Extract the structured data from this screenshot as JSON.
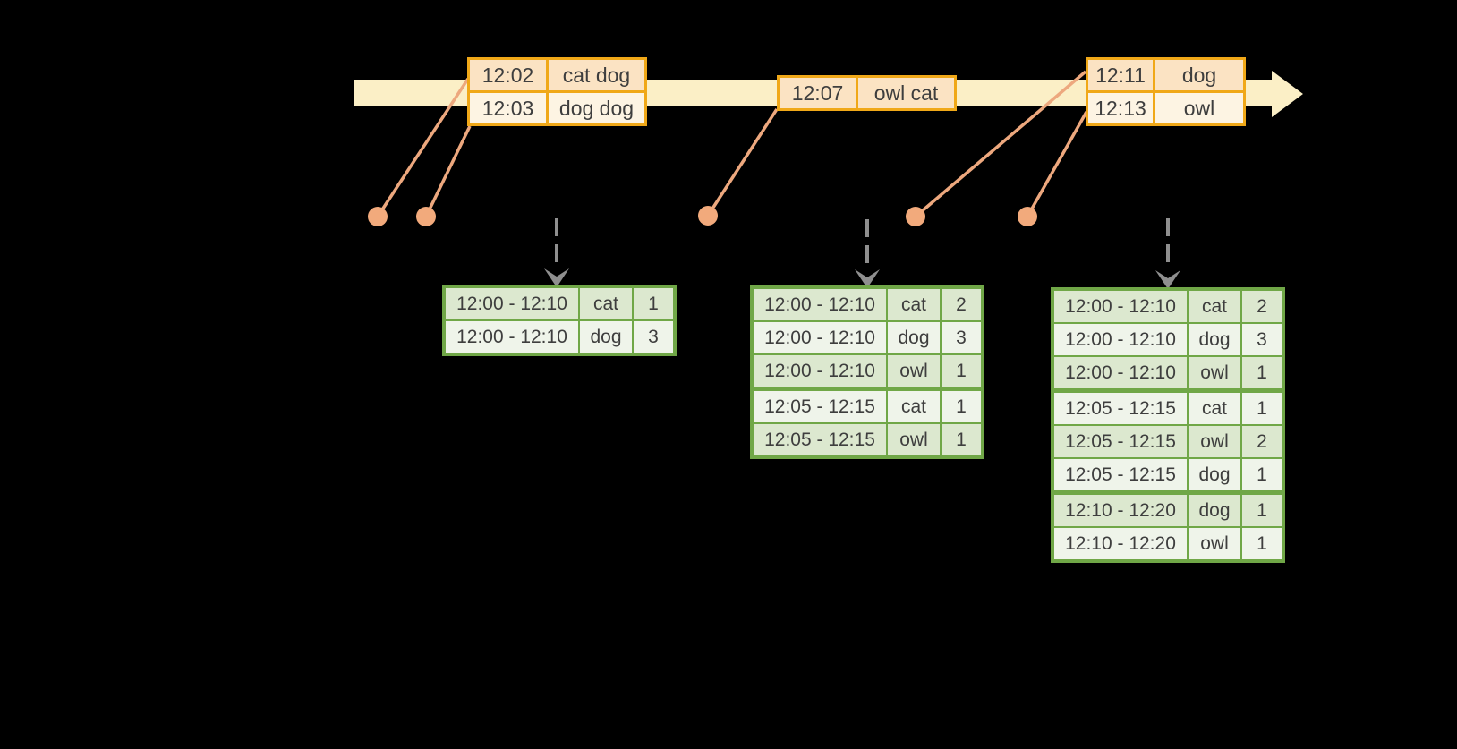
{
  "event_tables": [
    {
      "rows": [
        {
          "time": "12:02",
          "words": "cat dog"
        },
        {
          "time": "12:03",
          "words": "dog dog"
        }
      ]
    },
    {
      "rows": [
        {
          "time": "12:07",
          "words": "owl cat"
        }
      ]
    },
    {
      "rows": [
        {
          "time": "12:11",
          "words": "dog"
        },
        {
          "time": "12:13",
          "words": "owl"
        }
      ]
    }
  ],
  "result_tables": [
    {
      "rows": [
        {
          "window": "12:00 - 12:10",
          "word": "cat",
          "count": "1"
        },
        {
          "window": "12:00 - 12:10",
          "word": "dog",
          "count": "3"
        }
      ]
    },
    {
      "rows": [
        {
          "window": "12:00 - 12:10",
          "word": "cat",
          "count": "2"
        },
        {
          "window": "12:00 - 12:10",
          "word": "dog",
          "count": "3"
        },
        {
          "window": "12:00 - 12:10",
          "word": "owl",
          "count": "1"
        },
        {
          "window": "12:05 - 12:15",
          "word": "cat",
          "count": "1"
        },
        {
          "window": "12:05 - 12:15",
          "word": "owl",
          "count": "1"
        }
      ]
    },
    {
      "rows": [
        {
          "window": "12:00 - 12:10",
          "word": "cat",
          "count": "2"
        },
        {
          "window": "12:00 - 12:10",
          "word": "dog",
          "count": "3"
        },
        {
          "window": "12:00 - 12:10",
          "word": "owl",
          "count": "1"
        },
        {
          "window": "12:05 - 12:15",
          "word": "cat",
          "count": "1"
        },
        {
          "window": "12:05 - 12:15",
          "word": "owl",
          "count": "2"
        },
        {
          "window": "12:05 - 12:15",
          "word": "dog",
          "count": "1"
        },
        {
          "window": "12:10 - 12:20",
          "word": "dog",
          "count": "1"
        },
        {
          "window": "12:10 - 12:20",
          "word": "owl",
          "count": "1"
        }
      ]
    }
  ],
  "colors": {
    "background": "#000000",
    "timeline_fill": "#FBEFC6",
    "gold_border": "#F0A818",
    "peach_fill": "#FBE3C3",
    "cream_fill": "#FDF4E3",
    "salmon_line": "#EDA87E",
    "salmon_dot": "#F2AA7C",
    "green_border": "#70A747",
    "sage_fill": "#DCE8CF",
    "pale_fill": "#EFF4EA",
    "dashed_arrow_gray": "#8F8F8F",
    "text": "#3E3E3E"
  }
}
